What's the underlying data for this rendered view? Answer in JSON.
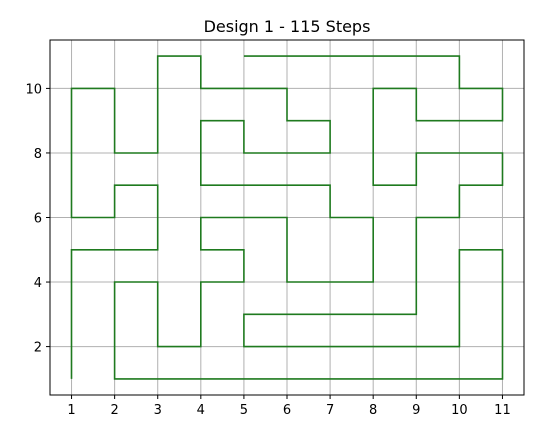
{
  "chart_data": {
    "type": "line",
    "title": "Design 1 - 115 Steps",
    "xlabel": "",
    "ylabel": "",
    "xlim": [
      0.5,
      11.5
    ],
    "ylim": [
      0.5,
      11.5
    ],
    "x_ticks": [
      1,
      2,
      3,
      4,
      5,
      6,
      7,
      8,
      9,
      10,
      11
    ],
    "y_ticks": [
      2,
      4,
      6,
      8,
      10
    ],
    "grid": true,
    "line_color": "#1f7a1f",
    "grid_color": "#b0b0b0",
    "segments": [
      {
        "points": [
          [
            1,
            1
          ],
          [
            1,
            5
          ],
          [
            3,
            5
          ],
          [
            3,
            7
          ],
          [
            2,
            7
          ],
          [
            2,
            6
          ],
          [
            1,
            6
          ],
          [
            1,
            10
          ],
          [
            2,
            10
          ],
          [
            2,
            8
          ],
          [
            3,
            8
          ],
          [
            3,
            11
          ],
          [
            4,
            11
          ],
          [
            4,
            10
          ],
          [
            6,
            10
          ],
          [
            6,
            9
          ],
          [
            7,
            9
          ],
          [
            7,
            8
          ],
          [
            5,
            8
          ],
          [
            5,
            9
          ],
          [
            4,
            9
          ],
          [
            4,
            7
          ],
          [
            7,
            7
          ],
          [
            7,
            6
          ],
          [
            8,
            6
          ],
          [
            8,
            4
          ],
          [
            6,
            4
          ],
          [
            6,
            6
          ],
          [
            4,
            6
          ],
          [
            4,
            5
          ],
          [
            5,
            5
          ],
          [
            5,
            4
          ],
          [
            4,
            4
          ],
          [
            4,
            2
          ],
          [
            3,
            2
          ],
          [
            3,
            4
          ],
          [
            2,
            4
          ],
          [
            2,
            1
          ],
          [
            11,
            1
          ],
          [
            11,
            5
          ],
          [
            10,
            5
          ],
          [
            10,
            2
          ],
          [
            5,
            2
          ],
          [
            5,
            3
          ],
          [
            9,
            3
          ],
          [
            9,
            6
          ],
          [
            10,
            6
          ],
          [
            10,
            7
          ],
          [
            11,
            7
          ],
          [
            11,
            8
          ],
          [
            9,
            8
          ],
          [
            9,
            7
          ],
          [
            8,
            7
          ],
          [
            8,
            10
          ],
          [
            9,
            10
          ],
          [
            9,
            9
          ],
          [
            11,
            9
          ],
          [
            11,
            10
          ],
          [
            10,
            10
          ],
          [
            10,
            11
          ],
          [
            5,
            11
          ]
        ]
      }
    ]
  }
}
